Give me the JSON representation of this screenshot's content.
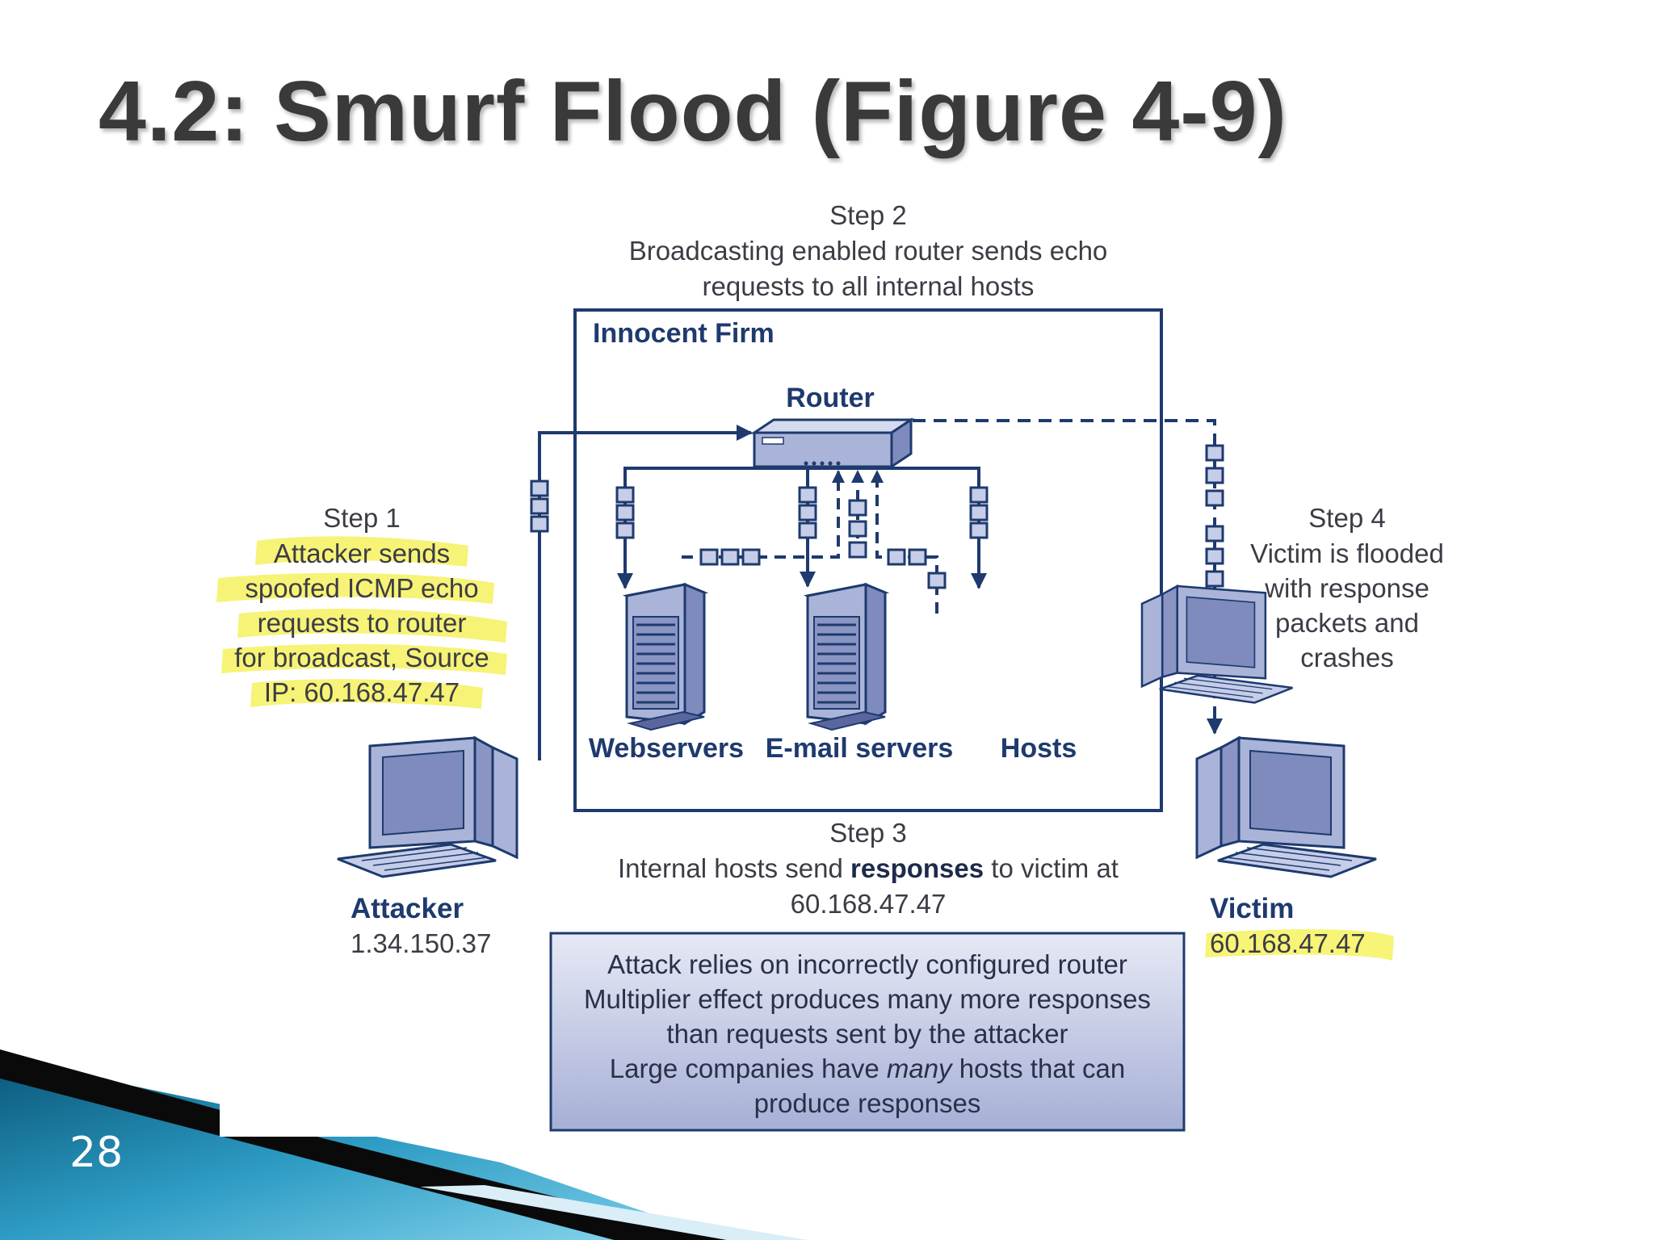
{
  "slide": {
    "title": "4.2: Smurf Flood (Figure 4-9)",
    "number": "28"
  },
  "figure": {
    "firm_label": "Innocent Firm",
    "router_label": "Router",
    "server_labels": {
      "webservers": "Webservers",
      "email_servers": "E-mail servers",
      "hosts": "Hosts"
    },
    "step1": {
      "heading": "Step 1",
      "lines": [
        "Attacker sends",
        "spoofed ICMP echo",
        "requests to router",
        "for broadcast, Source",
        "IP: 60.168.47.47"
      ]
    },
    "step2": {
      "heading": "Step 2",
      "lines": [
        "Broadcasting enabled router sends echo",
        "requests to all internal hosts"
      ]
    },
    "step3": {
      "heading": "Step 3",
      "line1_before": "Internal hosts send ",
      "line1_bold": "responses",
      "line1_after": " to victim at",
      "line2": "60.168.47.47"
    },
    "step4": {
      "heading": "Step 4",
      "lines": [
        "Victim is flooded",
        "with response",
        "packets and",
        "crashes"
      ]
    },
    "attacker": {
      "name": "Attacker",
      "ip": "1.34.150.37"
    },
    "victim": {
      "name": "Victim",
      "ip": "60.168.47.47"
    },
    "summary": {
      "line1": "Attack relies on incorrectly configured router",
      "line2": "Multiplier effect produces many more responses",
      "line3": "than requests sent by the attacker",
      "line4_before": "Large companies have ",
      "line4_italic": "many",
      "line4_after": " hosts that can",
      "line5": "produce responses"
    },
    "colors": {
      "navy": "#1e3a6e",
      "device_fill": "#aab4d8",
      "highlight": "#f4f04a",
      "text": "#3c3c46"
    }
  }
}
